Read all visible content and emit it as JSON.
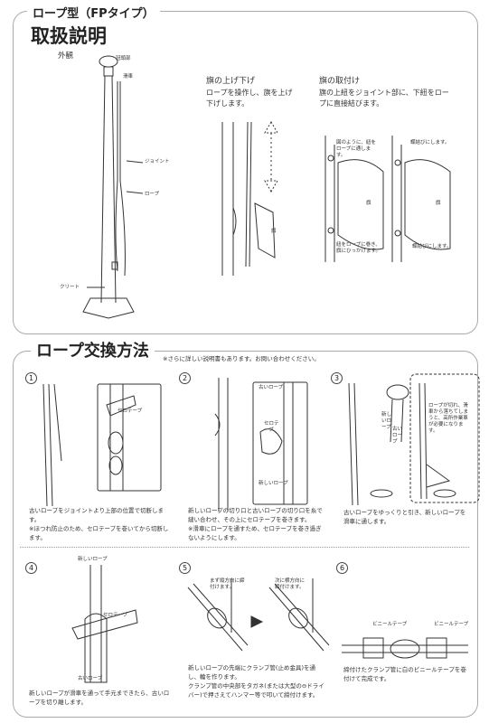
{
  "manual": {
    "subtitle": "ロープ型（FPタイプ）",
    "title": "取扱説明",
    "exterior_label": "外観",
    "parts": {
      "cap": "冠頭部",
      "pulley": "滑車",
      "joint": "ジョイント",
      "rope": "ロープ",
      "cleat": "クリート"
    },
    "raise": {
      "heading": "旗の上げ下げ",
      "body": "ロープを操作し、旗を上げ下げします。",
      "flag_label": "旗"
    },
    "attach": {
      "heading": "旗の取付け",
      "body": "旗の上紐をジョイント部に、下紐をロープに直接結びます。",
      "note_top_left": "図のように、紐をロープに通します。",
      "note_top_right": "蝶結びにします。",
      "note_bottom_left": "紐をロープに巻き、旗にひっかけます。",
      "note_bottom_right": "蝶結びにします。",
      "flag_left": "旗",
      "flag_right": "旗"
    }
  },
  "exchange": {
    "title": "ロープ交換方法",
    "note": "※さらに詳しい説明書もあります。お問い合わせください。",
    "steps": [
      {
        "num": "1",
        "labels": [
          "セロテープ"
        ],
        "text": "古いロープをジョイントより上部の位置で切断します。\n※ほつれ防止のため、セロテープを巻いてから切断します。"
      },
      {
        "num": "2",
        "labels": [
          "古いロープ",
          "セロテープ",
          "新しいロープ"
        ],
        "text": "新しいロープの切り口と古いロープの切り口を糸で縫い合わせ、その上にセロテープを巻きます。\n※滑車にロープを通すため、セロテープを巻き過ぎないようにします。"
      },
      {
        "num": "3",
        "labels": [
          "新しいロープ",
          "古いロープ",
          "ロープが切れ、滑車から落ちてしまうと、高所作業車が必要になります。"
        ],
        "text": "古いロープをゆっくりと引き、新しいロープを滑車に通します。"
      },
      {
        "num": "4",
        "labels": [
          "新しいロープ",
          "セロテープ",
          "古いロープ"
        ],
        "text": "新しいロープが滑車を通って手元まできたら、古いロープを切り離します。"
      },
      {
        "num": "5",
        "labels": [
          "まず縦方向に締付けます。",
          "次に横方向に締付けます。"
        ],
        "text": "新しいロープの先端にクランプ管(止め金具)を通し、輪を作ります。\nクランプ管の中央部をタガネ(または大型の⊖ドライバー)で押さえてハンマー等で叩いて締付けます。"
      },
      {
        "num": "6",
        "labels": [
          "ビニールテープ",
          "ビニールテープ"
        ],
        "text": "締付けたクランプ管に白のビニールテープを巻付けて完成です。"
      }
    ]
  }
}
